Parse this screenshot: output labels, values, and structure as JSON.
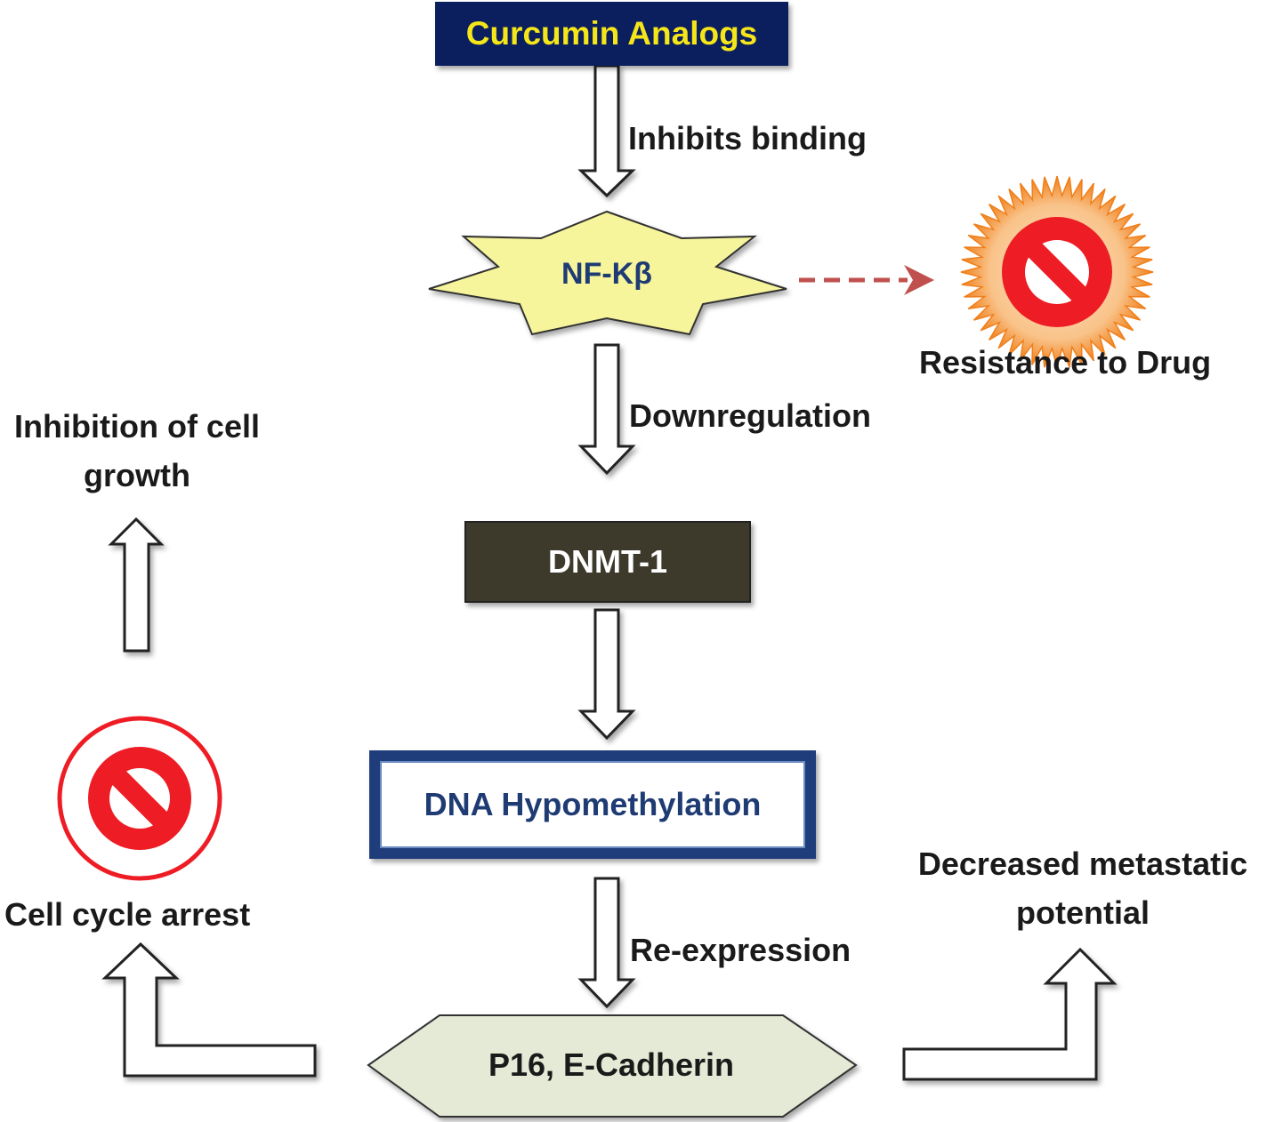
{
  "nodes": {
    "curcumin": "Curcumin Analogs",
    "nfkb": "NF-Kβ",
    "dnmt": "DNMT-1",
    "dna": "DNA Hypomethylation",
    "p16": "P16, E-Cadherin"
  },
  "edges": {
    "inhibits": "Inhibits binding",
    "downreg": "Downregulation",
    "reexpr": "Re-expression"
  },
  "outcomes": {
    "resistance": "Resistance to Drug",
    "inhibition_line1": "Inhibition of cell",
    "inhibition_line2": "growth",
    "arrest": "Cell cycle arrest",
    "metastatic_line1": "Decreased metastatic",
    "metastatic_line2": "potential"
  },
  "colors": {
    "curcumin_bg": "#0b1f5e",
    "curcumin_text": "#f5e61a",
    "nfkb_fill": "#f7f59c",
    "nfkb_text": "#1f3b73",
    "dnmt_bg": "#3d3a2c",
    "dnmt_text": "#ffffff",
    "dna_border": "#1f3d7a",
    "dna_text": "#1f3b73",
    "p16_fill": "#e4ead6",
    "dashed_arrow": "#c0504d",
    "burst_orange": "#f07f1a",
    "prohibit_red": "#ee1c24"
  }
}
